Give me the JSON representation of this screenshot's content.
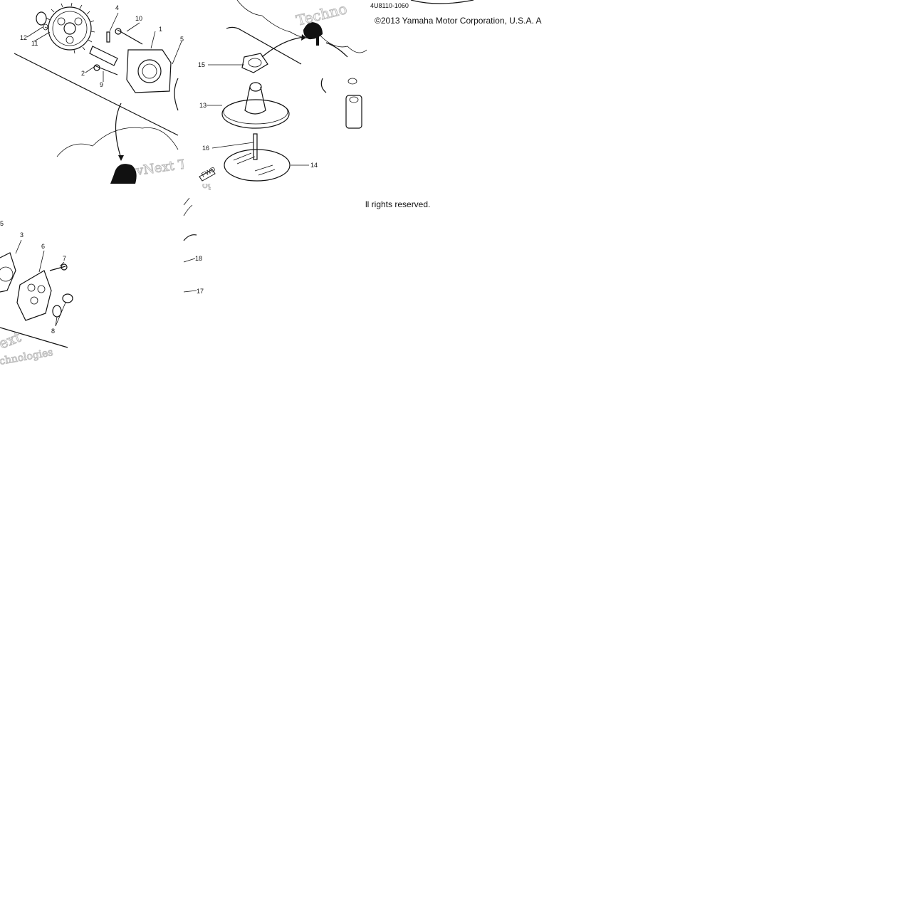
{
  "copyright": {
    "line1": "©2013 Yamaha Motor Corporation, U.S.A. A",
    "line2": "ll rights reserved."
  },
  "diagram_code": "4U8110-1060",
  "watermark": {
    "a": "vNext Tec",
    "b": "Techno",
    "c": "ext",
    "d": "chnologies",
    "e": "ogies"
  },
  "fwd_badge": "FWD",
  "callouts": {
    "c1": "1",
    "c2": "2",
    "c3": "3",
    "c4": "4",
    "c5": "5",
    "c6": "6",
    "c7": "7",
    "c8": "8",
    "c9": "9",
    "c10": "10",
    "c11": "11",
    "c12": "12",
    "c13": "13",
    "c14": "14",
    "c15": "15",
    "c16": "16",
    "c17": "17",
    "c18": "18"
  }
}
